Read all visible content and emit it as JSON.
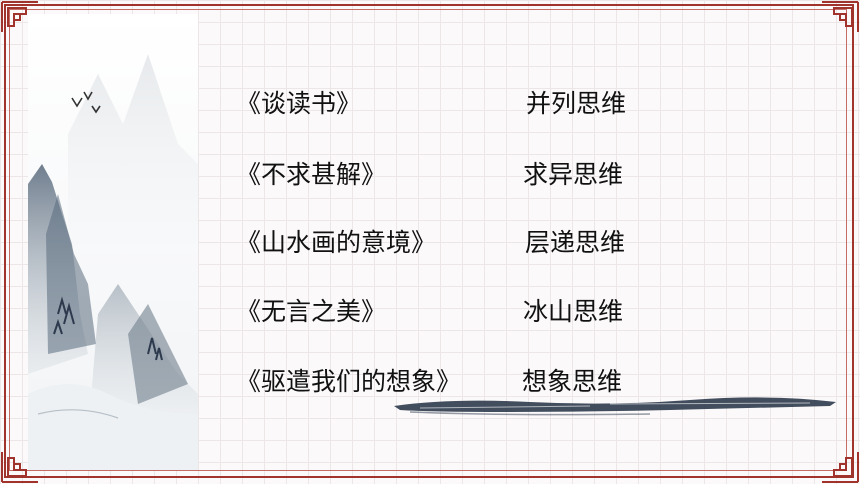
{
  "rows": [
    {
      "work": "《谈读书》",
      "thinking": "并列思维"
    },
    {
      "work": "《不求甚解》",
      "thinking": "求异思维"
    },
    {
      "work": "《山水画的意境》",
      "thinking": "层递思维"
    },
    {
      "work": "《无言之美》",
      "thinking": "冰山思维"
    },
    {
      "work": "《驱遣我们的想象》",
      "thinking": "想象思维"
    }
  ],
  "colors": {
    "frame": "#a0342c",
    "text": "#111111",
    "ink": "#2d3a4d",
    "mountain": "#6f7f8c"
  },
  "icons": [
    "frame-corner-ornament-icon",
    "ink-landscape-painting",
    "ink-brush-stroke"
  ]
}
